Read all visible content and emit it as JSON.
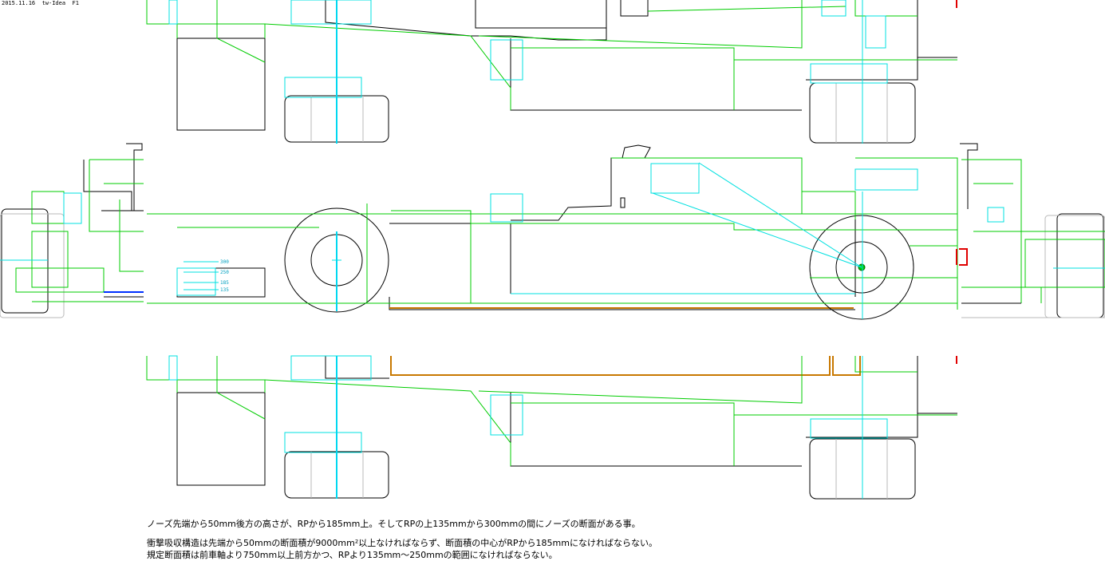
{
  "header": {
    "stamp": "2015.11.16  tw-Idea  F1"
  },
  "gauge": {
    "levels": [
      "300",
      "250",
      "185",
      "135"
    ]
  },
  "notes": [
    "ノーズ先端から50mm後方の高さが、RPから185mm上。そしてRPの上135mmから300mmの間にノーズの断面がある事。",
    "衝撃吸収構造は先端から50mmの断面積が9000mm²以上なければならず、断面積の中心がRPから185mmになければならない。",
    "規定断面積は前車軸より750mm以上前方かつ、RPより135mm〜250mmの範囲になければならない。"
  ],
  "colors": {
    "outline": "#000000",
    "construction": "#00cc00",
    "axis": "#00e0e0",
    "plank": "#c87800",
    "light": "#e00000"
  }
}
